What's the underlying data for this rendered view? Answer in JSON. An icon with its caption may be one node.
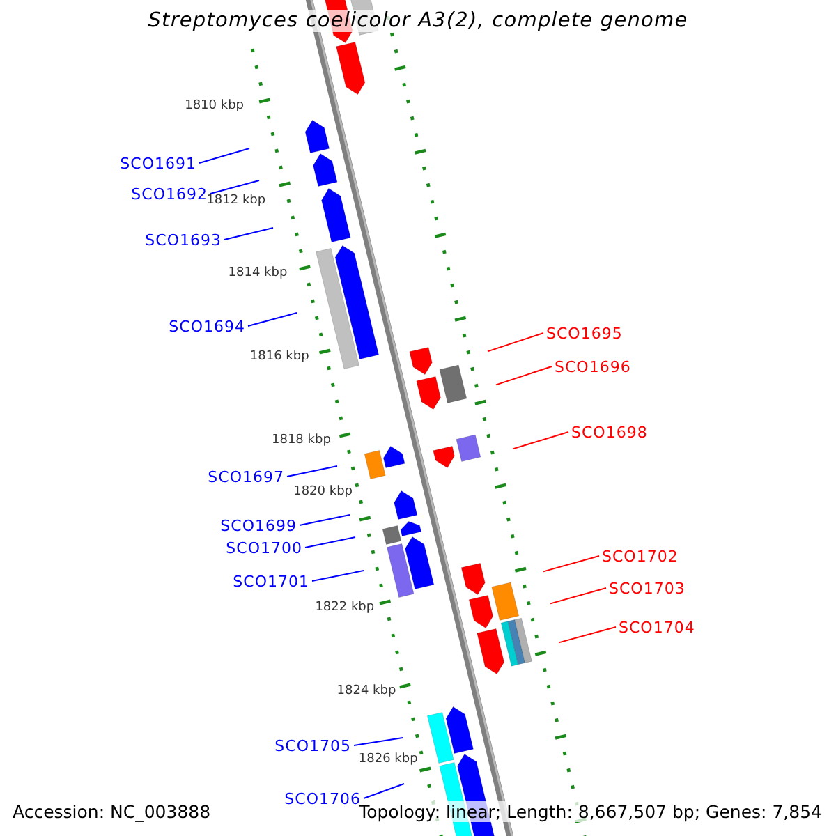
{
  "diagram": {
    "title": "Streptomyces coelicolor A3(2), complete genome",
    "nodes": [
      {
        "text": [
          "SCO1691"
        ]
      },
      {
        "text": [
          "SCO1692"
        ]
      },
      {
        "text": [
          "SCO1693"
        ]
      },
      {
        "text": [
          "SCO1694"
        ]
      },
      {
        "text": [
          "SCO1695"
        ]
      },
      {
        "text": [
          "SCO1696"
        ]
      },
      {
        "text": [
          "SCO1697"
        ]
      },
      {
        "text": [
          "SCO1698"
        ]
      },
      {
        "text": [
          "SCO1699"
        ]
      },
      {
        "text": [
          "SCO1700"
        ]
      },
      {
        "text": [
          "SCO1701"
        ]
      },
      {
        "text": [
          "SCO1702"
        ]
      },
      {
        "text": [
          "SCO1703"
        ]
      },
      {
        "text": [
          "SCO1704"
        ]
      },
      {
        "text": [
          "SCO1705"
        ]
      },
      {
        "text": [
          "SCO1706"
        ]
      }
    ],
    "edges": [
      {
        "from": 0,
        "to": null,
        "arrow": "none"
      },
      {
        "from": 1,
        "to": null,
        "arrow": "none"
      },
      {
        "from": 2,
        "to": null,
        "arrow": "none"
      },
      {
        "from": 3,
        "to": null,
        "arrow": "none"
      },
      {
        "from": 4,
        "to": null,
        "arrow": "none",
        "color": "#ff0000"
      },
      {
        "from": 5,
        "to": null,
        "arrow": "none",
        "color": "#ff0000"
      },
      {
        "from": 6,
        "to": null,
        "arrow": "none"
      },
      {
        "from": 7,
        "to": null,
        "arrow": "none",
        "color": "#ff0000"
      },
      {
        "from": 8,
        "to": null,
        "arrow": "none"
      },
      {
        "from": 9,
        "to": null,
        "arrow": "none"
      },
      {
        "from": 10,
        "to": null,
        "arrow": "none"
      },
      {
        "from": 11,
        "to": null,
        "arrow": "none",
        "color": "#ff0000"
      },
      {
        "from": 12,
        "to": null,
        "arrow": "none",
        "color": "#ff0000"
      },
      {
        "from": 13,
        "to": null,
        "arrow": "none",
        "color": "#ff0000"
      },
      {
        "from": 14,
        "to": null,
        "arrow": "none"
      },
      {
        "from": 15,
        "to": null,
        "arrow": "none"
      }
    ],
    "labels": [
      "1810 kbp",
      "1812 kbp",
      "1814 kbp",
      "1816 kbp",
      "1818 kbp",
      "1820 kbp",
      "1822 kbp",
      "1824 kbp",
      "1826 kbp",
      "Accession: NC_003888",
      "Topology: linear; Length: 8,667,507 bp; Genes: 7,854"
    ]
  }
}
